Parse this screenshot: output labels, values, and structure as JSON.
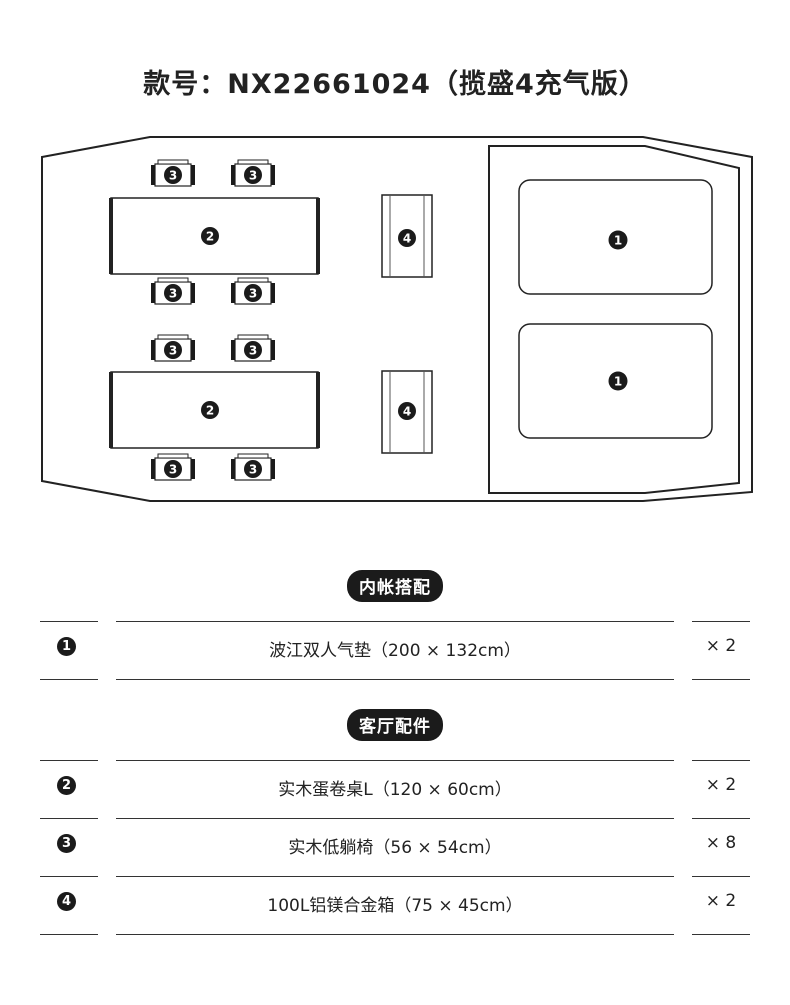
{
  "title": "款号：NX22661024（揽盛4充气版）",
  "diagram": {
    "labels": {
      "mat": "1",
      "table": "2",
      "chair": "3",
      "box": "4"
    }
  },
  "sections": [
    {
      "heading": "内帐搭配"
    },
    {
      "heading": "客厅配件"
    }
  ],
  "items": [
    {
      "num": "1",
      "desc": "波江双人气垫（200 × 132cm）",
      "qty": "× 2"
    },
    {
      "num": "2",
      "desc": "实木蛋卷桌L（120 × 60cm）",
      "qty": "× 2"
    },
    {
      "num": "3",
      "desc": "实木低躺椅（56 × 54cm）",
      "qty": "× 8"
    },
    {
      "num": "4",
      "desc": "100L铝镁合金箱（75 × 45cm）",
      "qty": "× 2"
    }
  ]
}
